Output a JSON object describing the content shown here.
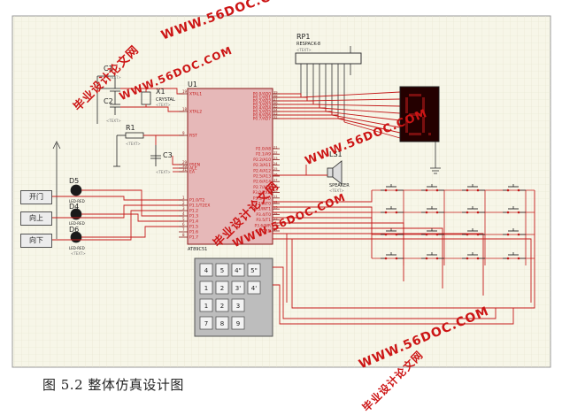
{
  "caption": "图 5.2 整体仿真设计图",
  "watermark": {
    "url": "WWW.56DOC.COM",
    "cn": "毕业设计论文网"
  },
  "components": {
    "rp1": {
      "ref": "RP1",
      "type": "RESPACK-8",
      "text": "<TEXT>"
    },
    "u1": {
      "ref": "U1",
      "type": "AT89C51",
      "text": "<TEXT>"
    },
    "c1": {
      "ref": "C1",
      "text": "<TEXT>"
    },
    "c2": {
      "ref": "C2",
      "text": "<TEXT>"
    },
    "x1": {
      "ref": "X1",
      "type": "CRYSTAL",
      "text": "<TEXT>"
    },
    "r1": {
      "ref": "R1",
      "text": "<TEXT>"
    },
    "c3": {
      "ref": "C3",
      "text": "<TEXT>"
    },
    "ls1": {
      "ref": "LS1",
      "type": "SPEAKER",
      "text": "<TEXT>"
    },
    "d5": {
      "ref": "D5",
      "type": "LED-RED",
      "text": "<TEXT>"
    },
    "d4": {
      "ref": "D4",
      "type": "LED-RED",
      "text": "<TEXT>"
    },
    "d6": {
      "ref": "D6",
      "type": "LED-RED",
      "text": "<TEXT>"
    }
  },
  "buttons": [
    "开门",
    "向上",
    "向下"
  ],
  "mcu_pins": {
    "left": [
      {
        "num": "19",
        "name": "XTAL1"
      },
      {
        "num": "18",
        "name": "XTAL2"
      },
      {
        "num": "9",
        "name": "RST"
      },
      {
        "num": "29",
        "name": "PSEN"
      },
      {
        "num": "30",
        "name": "ALE"
      },
      {
        "num": "31",
        "name": "EA"
      },
      {
        "num": "1",
        "name": "P1.0/T2"
      },
      {
        "num": "2",
        "name": "P1.1/T2EX"
      },
      {
        "num": "3",
        "name": "P1.2"
      },
      {
        "num": "4",
        "name": "P1.3"
      },
      {
        "num": "5",
        "name": "P1.4"
      },
      {
        "num": "6",
        "name": "P1.5"
      },
      {
        "num": "7",
        "name": "P1.6"
      },
      {
        "num": "8",
        "name": "P1.7"
      }
    ],
    "right": [
      {
        "num": "39",
        "name": "P0.0/AD0"
      },
      {
        "num": "38",
        "name": "P0.1/AD1"
      },
      {
        "num": "37",
        "name": "P0.2/AD2"
      },
      {
        "num": "36",
        "name": "P0.3/AD3"
      },
      {
        "num": "35",
        "name": "P0.4/AD4"
      },
      {
        "num": "34",
        "name": "P0.5/AD5"
      },
      {
        "num": "33",
        "name": "P0.6/AD6"
      },
      {
        "num": "32",
        "name": "P0.7/AD7"
      },
      {
        "num": "21",
        "name": "P2.0/A8"
      },
      {
        "num": "22",
        "name": "P2.1/A9"
      },
      {
        "num": "23",
        "name": "P2.2/A10"
      },
      {
        "num": "24",
        "name": "P2.3/A11"
      },
      {
        "num": "25",
        "name": "P2.4/A12"
      },
      {
        "num": "26",
        "name": "P2.5/A13"
      },
      {
        "num": "27",
        "name": "P2.6/A14"
      },
      {
        "num": "28",
        "name": "P2.7/A15"
      },
      {
        "num": "10",
        "name": "P3.0/RXD"
      },
      {
        "num": "11",
        "name": "P3.1/TXD"
      },
      {
        "num": "12",
        "name": "P3.2/INT0"
      },
      {
        "num": "13",
        "name": "P3.3/INT1"
      },
      {
        "num": "14",
        "name": "P3.4/T0"
      },
      {
        "num": "15",
        "name": "P3.5/T1"
      },
      {
        "num": "16",
        "name": "P3.6/WR"
      },
      {
        "num": "17",
        "name": "P3.7/RD"
      }
    ]
  },
  "keypad_keys": [
    "4",
    "5",
    "4\"",
    "5\"",
    "1",
    "2",
    "3'",
    "4'",
    "1",
    "2",
    "3",
    "7",
    "8",
    "9"
  ],
  "colors": {
    "grid_bg": "#f7f6e8",
    "grid_line": "#e6e4cf",
    "wire": "#c41a1a",
    "chip_fill": "#e6b8b8",
    "chip_border": "#8b1a1a",
    "component": "#1a1a1a",
    "display_bg": "#240000",
    "watermark": "#cc1515"
  }
}
